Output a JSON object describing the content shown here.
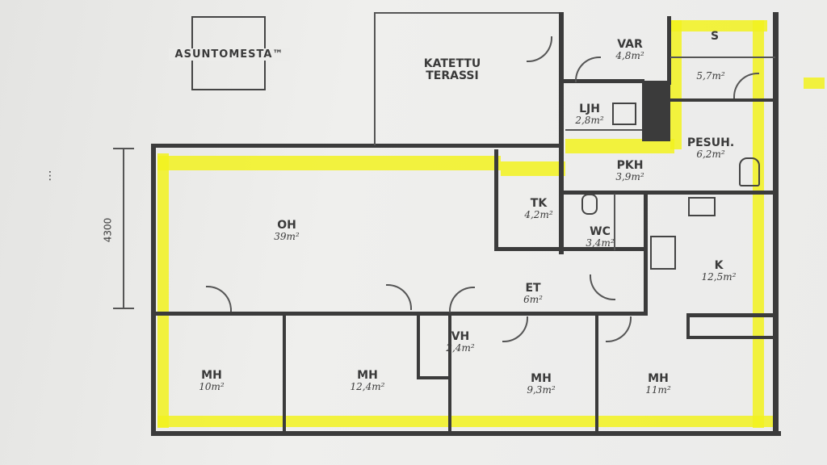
{
  "logo": "ASUNTOMESTA™",
  "dimension": "4300",
  "rooms": {
    "terrace": {
      "name": "KATETTU TERASSI"
    },
    "var": {
      "name": "VAR",
      "area": "4,8m²"
    },
    "s": {
      "name": "S",
      "area": "5,7m²"
    },
    "ljh": {
      "name": "LJH",
      "area": "2,8m²"
    },
    "pesuh": {
      "name": "PESUH.",
      "area": "6,2m²"
    },
    "pkh": {
      "name": "PKH",
      "area": "3,9m²"
    },
    "tk": {
      "name": "TK",
      "area": "4,2m²"
    },
    "wc": {
      "name": "WC",
      "area": "3,4m²"
    },
    "k": {
      "name": "K",
      "area": "12,5m²"
    },
    "oh": {
      "name": "OH",
      "area": "39m²"
    },
    "et": {
      "name": "ET",
      "area": "6m²"
    },
    "vh": {
      "name": "VH",
      "area": "2,4m²"
    },
    "mh1": {
      "name": "MH",
      "area": "10m²"
    },
    "mh2": {
      "name": "MH",
      "area": "12,4m²"
    },
    "mh3": {
      "name": "MH",
      "area": "9,3m²"
    },
    "mh4": {
      "name": "MH",
      "area": "11m²"
    }
  },
  "colors": {
    "highlight": "#f2f21e",
    "wall": "#3b3b3b"
  }
}
